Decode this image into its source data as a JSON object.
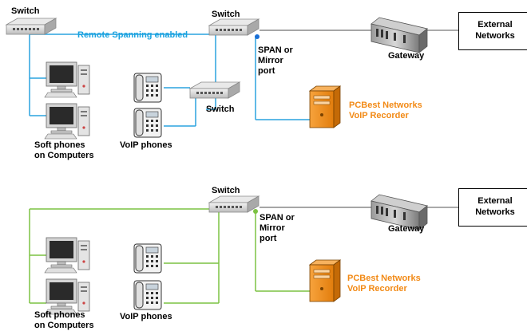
{
  "colors": {
    "top_link": "#2aa3df",
    "bottom_link": "#7cc242",
    "gateway_link": "#888888",
    "recorder": "#f28a16"
  },
  "top_diagram": {
    "switch_left": "Switch",
    "remote_spanning": "Remote Spanning enabled",
    "switch_main": "Switch",
    "span_line1": "SPAN or",
    "span_line2": "Mirror",
    "span_line3": "port",
    "gateway": "Gateway",
    "external_line1": "External",
    "external_line2": "Networks",
    "recorder_line1": "PCBest Networks",
    "recorder_line2": "VoIP Recorder",
    "switch_phones": "Switch",
    "softphones_line1": "Soft phones",
    "softphones_line2": "on Computers",
    "voip_phones": "VoIP phones"
  },
  "bottom_diagram": {
    "switch_main": "Switch",
    "span_line1": "SPAN or",
    "span_line2": "Mirror",
    "span_line3": "port",
    "gateway": "Gateway",
    "external_line1": "External",
    "external_line2": "Networks",
    "recorder_line1": "PCBest Networks",
    "recorder_line2": "VoIP Recorder",
    "softphones_line1": "Soft phones",
    "softphones_line2": "on Computers",
    "voip_phones": "VoIP phones"
  }
}
